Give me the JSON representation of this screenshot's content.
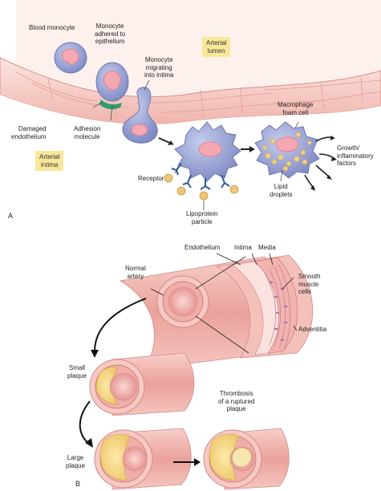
{
  "panel_a": {
    "letter": "A",
    "tags": {
      "arterial_lumen": "Arterial\nlumen",
      "arterial_intima": "Arterial\nintima"
    },
    "labels": {
      "blood_monocyte": "Blood monocyte",
      "monocyte_adhered": "Monocyte\nadhered to\nepithelium",
      "monocyte_migrating": "Monocyte\nmigrating\ninto intima",
      "macrophage_foam_cell": "Macrophage\nfoam cell",
      "damaged_endothelium": "Damaged\nendothelium",
      "adhesion_molecule": "Adhesion\nmolecule",
      "receptor": "Receptor",
      "lipoprotein_particle": "Lipoprotein\nparticle",
      "lipid_droplets": "Lipid\ndroplets",
      "growth_factors": "Growth/\ninflammatory\nfactors"
    }
  },
  "panel_b": {
    "letter": "B",
    "labels": {
      "endothelium": "Endothelium",
      "intima": "Intima",
      "media": "Media",
      "normal_artery": "Normal\nartery",
      "smooth_muscle_cells": "Smooth\nmuscle\ncells",
      "adventitia": "Adventitia",
      "small_plaque": "Small\nplaque",
      "thrombosis": "Thrombosis\nof a ruptured\nplaque",
      "large_plaque": "Large\nplaque"
    }
  },
  "colors": {
    "vessel_pink": "#f2b8b2",
    "vessel_dark": "#d9787a",
    "cell_blue": "#8d9ad0",
    "nucleus_pink": "#f5a7b2",
    "lipid_yellow": "#f0d08a",
    "plaque_yellow": "#f4da7c",
    "label_box": "#f9e79a"
  }
}
